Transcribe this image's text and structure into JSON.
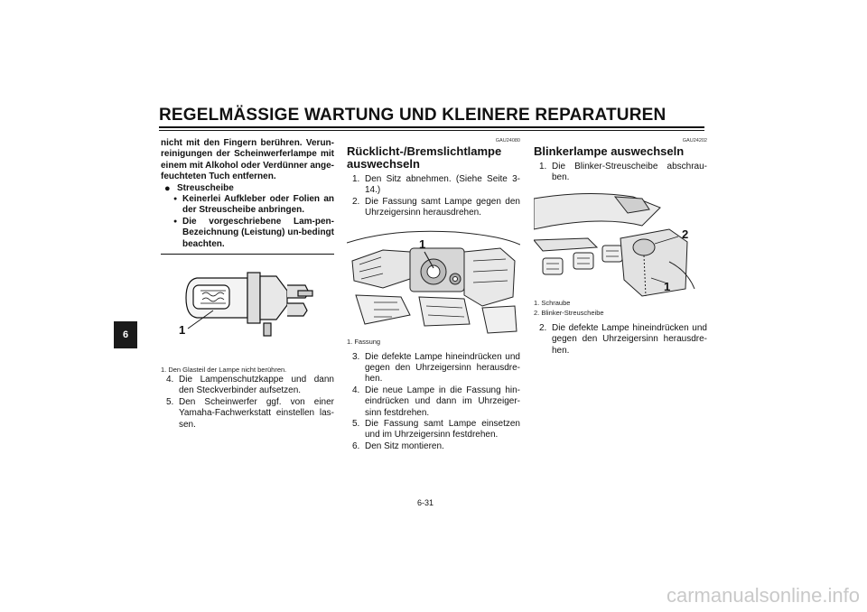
{
  "header": {
    "title": "REGELMÄSSIGE WARTUNG UND KLEINERE REPARATUREN"
  },
  "chapter_tab": "6",
  "page_number": "6-31",
  "watermark": "carmanualsonline.info",
  "col1": {
    "warning_text": "nicht mit den Fingern berühren. Verun-reinigungen der Scheinwerferlampe mit einem mit Alkohol oder Verdünner ange-feuchteten Tuch entfernen.",
    "bullet_glass": "Streuscheibe",
    "sub1": "Keinerlei Aufkleber oder Folien an der Streuscheibe anbringen.",
    "sub2": "Die vorgeschriebene Lam-pen-Bezeichnung (Leistung) un-bedingt beachten.",
    "figure_callout": "1",
    "caption": "1. Den Glasteil der Lampe nicht berühren.",
    "step4_num": "4.",
    "step4": "Die Lampenschutzkappe und dann den Steckverbinder aufsetzen.",
    "step5_num": "5.",
    "step5": "Den Scheinwerfer ggf. von einer Yamaha-Fachwerkstatt einstellen las-sen."
  },
  "col2": {
    "code": "GAU24080",
    "title": "Rücklicht-/Bremslichtlampe auswechseln",
    "step1_num": "1.",
    "step1": "Den Sitz abnehmen. (Siehe Seite 3-14.)",
    "step2_num": "2.",
    "step2": "Die Fassung samt Lampe gegen den Uhrzeigersinn herausdrehen.",
    "figure_callout": "1",
    "caption": "1. Fassung",
    "step3_num": "3.",
    "step3": "Die defekte Lampe hineindrücken und gegen den Uhrzeigersinn herausdre-hen.",
    "step4_num": "4.",
    "step4": "Die neue Lampe in die Fassung hin-eindrücken und dann im Uhrzeiger-sinn festdrehen.",
    "step5_num": "5.",
    "step5": "Die Fassung samt Lampe einsetzen und im Uhrzeigersinn festdrehen.",
    "step6_num": "6.",
    "step6": "Den Sitz montieren."
  },
  "col3": {
    "code": "GAU24202",
    "title": "Blinkerlampe auswechseln",
    "step1_num": "1.",
    "step1": "Die Blinker-Streuscheibe abschrau-ben.",
    "callout1": "1",
    "callout2": "2",
    "caption1": "1. Schraube",
    "caption2": "2. Blinker-Streuscheibe",
    "step2_num": "2.",
    "step2": "Die defekte Lampe hineindrücken und gegen den Uhrzeigersinn herausdre-hen."
  }
}
